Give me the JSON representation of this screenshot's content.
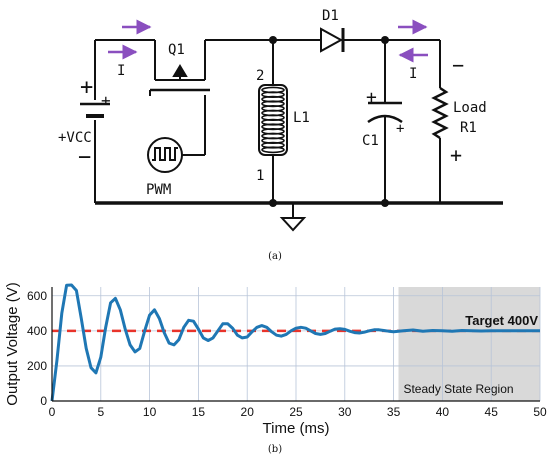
{
  "circuit": {
    "caption": "(a)",
    "labels": {
      "q1": "Q1",
      "d1": "D1",
      "l1": "L1",
      "c1": "C1",
      "load": "Load",
      "r1": "R1",
      "vcc": "+VCC",
      "pwm": "PWM",
      "current_left": "I",
      "current_right": "I",
      "pin2": "2",
      "pin1": "1",
      "bat_plus_big": "+",
      "bat_plus_small": "+",
      "bat_minus": "−",
      "cap_plus_top": "+",
      "cap_plus_bottom": "+",
      "load_minus": "−",
      "load_plus": "+"
    },
    "colors": {
      "arrow": "#8a4fbf",
      "wire": "#111111"
    }
  },
  "chart_data": {
    "type": "line",
    "caption": "(b)",
    "xlabel": "Time (ms)",
    "ylabel": "Output Voltage (V)",
    "xlim": [
      0,
      50
    ],
    "ylim": [
      0,
      650
    ],
    "xticks": [
      "0",
      "5",
      "10",
      "15",
      "20",
      "25",
      "30",
      "35",
      "40",
      "45",
      "50"
    ],
    "yticks": [
      "0",
      "200",
      "400",
      "600"
    ],
    "xtick_values": [
      0,
      5,
      10,
      15,
      20,
      25,
      30,
      35,
      40,
      45,
      50
    ],
    "ytick_values": [
      0,
      200,
      400,
      600
    ],
    "grid": true,
    "target": {
      "label": "Target 400V",
      "value": 400,
      "color": "#e8332a"
    },
    "region": {
      "label": "Steady State Region",
      "x_start": 35.5,
      "x_end": 50,
      "color": "#d9d9d9"
    },
    "series": [
      {
        "color": "#1f77b4",
        "x": [
          0,
          0.5,
          1,
          1.5,
          2,
          2.5,
          3,
          3.5,
          4,
          4.5,
          5,
          5.5,
          6,
          6.5,
          7,
          7.5,
          8,
          8.5,
          9,
          9.5,
          10,
          10.5,
          11,
          11.5,
          12,
          12.5,
          13,
          13.5,
          14,
          14.5,
          15,
          15.5,
          16,
          16.5,
          17,
          17.5,
          18,
          18.5,
          19,
          19.5,
          20,
          20.5,
          21,
          21.5,
          22,
          22.5,
          23,
          23.5,
          24,
          24.5,
          25,
          25.5,
          26,
          26.5,
          27,
          27.5,
          28,
          28.5,
          29,
          29.5,
          30,
          30.5,
          31,
          31.5,
          32,
          32.5,
          33,
          33.5,
          34,
          34.5,
          35,
          36,
          37,
          38,
          39,
          40,
          41,
          42,
          43,
          44,
          45,
          46,
          47,
          48,
          49,
          50
        ],
        "y": [
          0,
          230,
          500,
          660,
          700,
          630,
          470,
          300,
          190,
          160,
          250,
          420,
          560,
          585,
          520,
          410,
          320,
          280,
          300,
          400,
          490,
          520,
          470,
          390,
          330,
          320,
          350,
          420,
          460,
          455,
          410,
          360,
          345,
          360,
          400,
          440,
          440,
          415,
          375,
          360,
          365,
          395,
          420,
          430,
          420,
          395,
          375,
          370,
          380,
          400,
          415,
          420,
          415,
          400,
          385,
          380,
          385,
          398,
          410,
          412,
          408,
          398,
          390,
          388,
          392,
          400,
          406,
          406,
          402,
          398,
          395,
          400,
          405,
          398,
          402,
          400,
          398,
          402,
          400,
          399,
          401,
          400,
          400,
          400,
          400,
          400
        ]
      }
    ]
  }
}
